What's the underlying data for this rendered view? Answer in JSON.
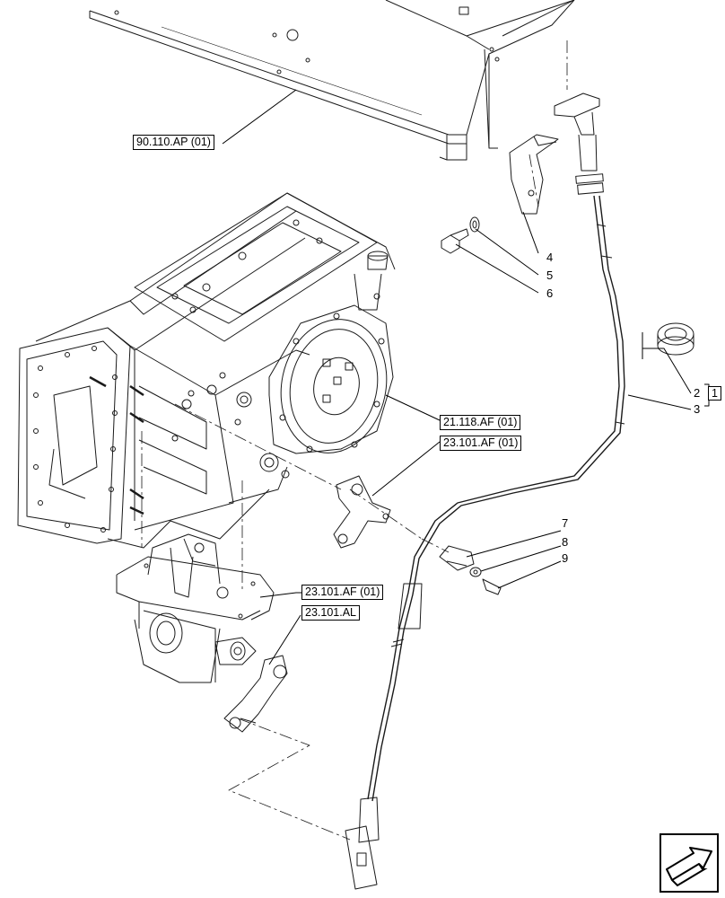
{
  "refs": {
    "r90110": "90.110.AP (01)",
    "r21118": "21.118.AF (01)",
    "r23101a": "23.101.AF (01)",
    "r23101b": "23.101.AF (01)",
    "r23101al": "23.101.AL"
  },
  "callouts": {
    "c1": "1",
    "c2": "2",
    "c3": "3",
    "c4": "4",
    "c5": "5",
    "c6": "6",
    "c7": "7",
    "c8": "8",
    "c9": "9"
  },
  "icons": {
    "nav": "next-page-arrow-icon"
  }
}
